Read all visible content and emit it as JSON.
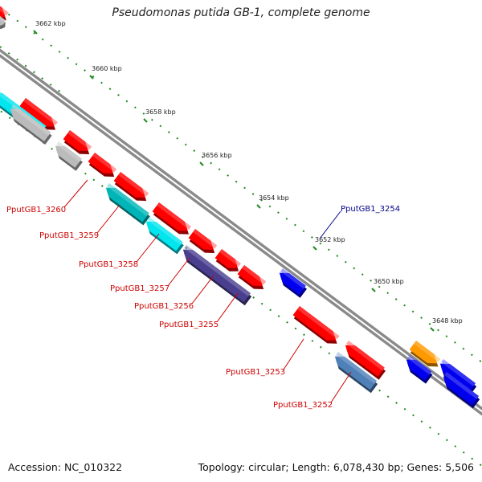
{
  "title": "Pseudomonas putida GB-1, complete genome",
  "footer": {
    "accession": "Accession: NC_010322",
    "topology": "Topology: circular; Length: 6,078,430 bp; Genes: 5,506"
  },
  "colors": {
    "red": "#ff0000",
    "blue": "#0000ee",
    "cyan": "#00e5ee",
    "dark_cyan": "#00b5b8",
    "gray": "#bbbbbb",
    "slate_blue": "#4a3f8f",
    "steel_blue": "#4f80b8",
    "orange": "#ff9900",
    "backbone": "#8a8a8a",
    "tick_dots": "#1f8a1f",
    "label_red": "#cc0000",
    "label_blue": "#00008b"
  },
  "scale": {
    "labels": [
      "3662 kbp",
      "3660 kbp",
      "3658 kbp",
      "3656 kbp",
      "3654 kbp",
      "3652 kbp",
      "3650 kbp",
      "3648 kbp"
    ]
  },
  "genes": [
    {
      "color": "red",
      "strand": "plus"
    },
    {
      "color": "red",
      "strand": "plus"
    },
    {
      "color": "red",
      "strand": "plus"
    },
    {
      "color": "red",
      "strand": "plus"
    },
    {
      "color": "red",
      "strand": "plus"
    },
    {
      "color": "red",
      "strand": "plus"
    },
    {
      "color": "red",
      "strand": "plus"
    },
    {
      "color": "red",
      "strand": "plus"
    },
    {
      "color": "red",
      "strand": "plus"
    },
    {
      "color": "red",
      "strand": "plus"
    },
    {
      "color": "cyan",
      "strand": "minus"
    },
    {
      "color": "gray",
      "strand": "minus"
    },
    {
      "color": "gray",
      "strand": "minus"
    },
    {
      "color": "dark_cyan",
      "strand": "minus"
    },
    {
      "color": "cyan",
      "strand": "minus"
    },
    {
      "color": "slate_blue",
      "strand": "minus"
    },
    {
      "color": "blue",
      "strand": "minus"
    },
    {
      "color": "red",
      "strand": "minus"
    },
    {
      "color": "steel_blue",
      "strand": "minus"
    },
    {
      "color": "orange",
      "strand": "plus"
    },
    {
      "color": "blue",
      "strand": "minus"
    },
    {
      "color": "blue",
      "strand": "minus"
    },
    {
      "color": "blue",
      "strand": "minus"
    },
    {
      "color": "gray",
      "strand": "plus"
    }
  ],
  "labels": [
    {
      "text": "PputGB1_3260",
      "color": "label_red"
    },
    {
      "text": "PputGB1_3259",
      "color": "label_red"
    },
    {
      "text": "PputGB1_3258",
      "color": "label_red"
    },
    {
      "text": "PputGB1_3257",
      "color": "label_red"
    },
    {
      "text": "PputGB1_3256",
      "color": "label_red"
    },
    {
      "text": "PputGB1_3255",
      "color": "label_red"
    },
    {
      "text": "PputGB1_3253",
      "color": "label_red"
    },
    {
      "text": "PputGB1_3252",
      "color": "label_red"
    },
    {
      "text": "PputGB1_3254",
      "color": "label_blue"
    }
  ]
}
